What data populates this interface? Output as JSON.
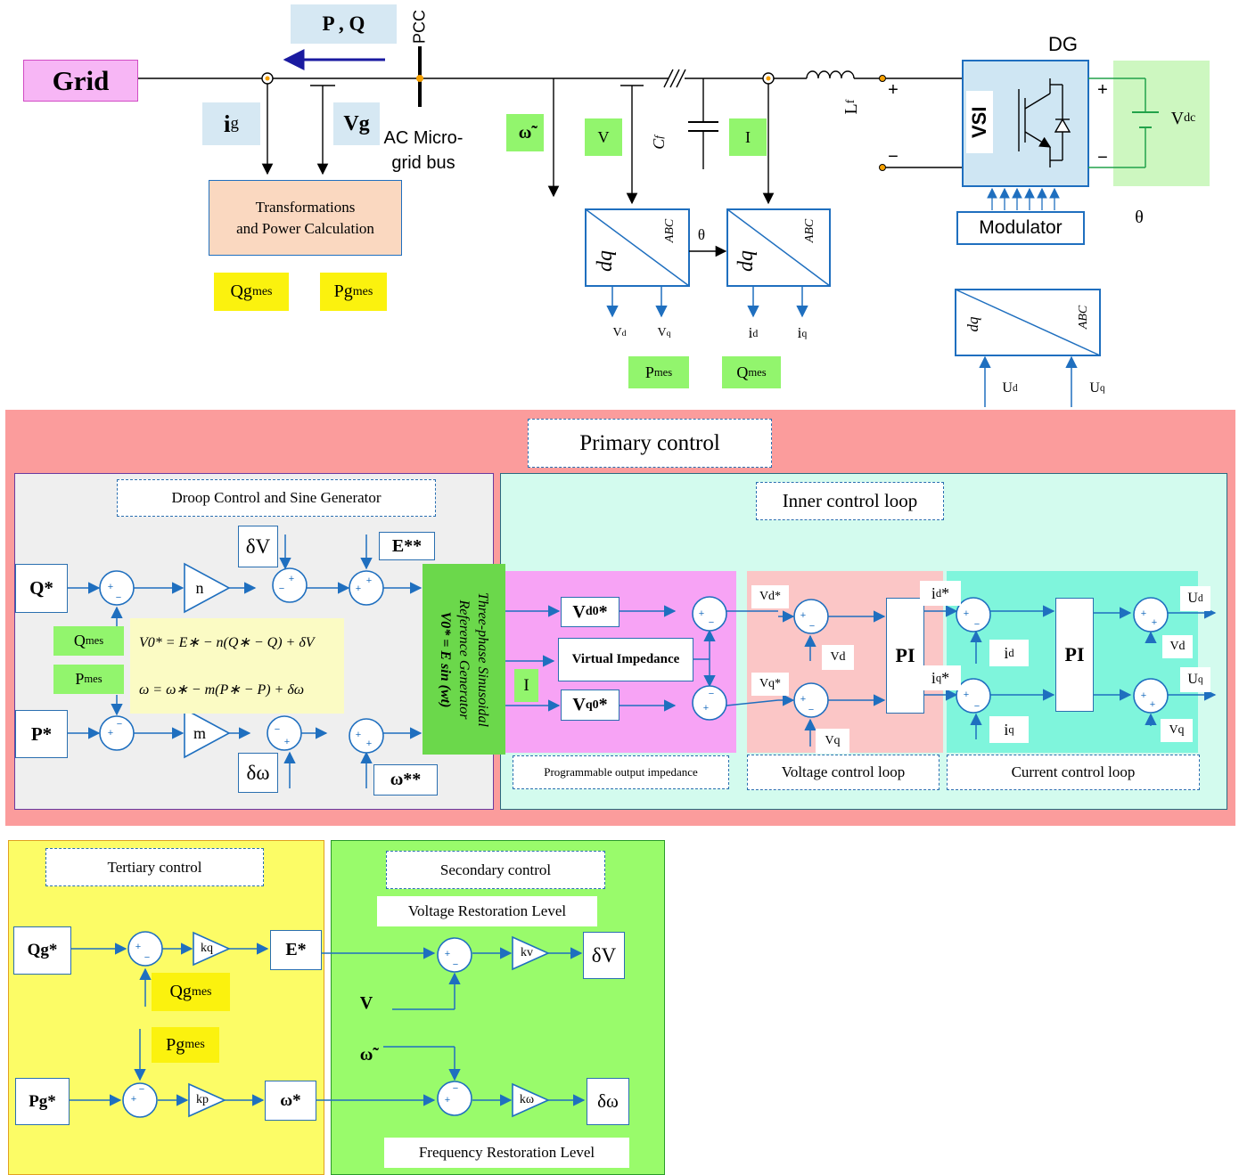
{
  "colors": {
    "primary_bg": "#fb9c9c",
    "droop_bg": "#efefef",
    "inner_bg": "#d3fbee",
    "pink_bg": "#f7a3f5",
    "voltage_bg": "#fbc6c6",
    "current_bg": "#7ff5dc",
    "tertiary_bg": "#fcfc66",
    "secondary_bg": "#99fb6b",
    "line_blue": "#1f6fbf",
    "label_blue": "#d6e8f3",
    "label_green": "#92f56d",
    "label_yellow": "#fbf20e",
    "grid_pink": "#f7b6f5",
    "arrow_navy": "#1a1aa0"
  },
  "icons": [
    "igbt-switch-icon",
    "inductor-icon",
    "capacitor-icon",
    "battery-icon",
    "summing-junction-icon",
    "gain-triangle-icon",
    "coordinate-transform-icon"
  ],
  "circuit": {
    "grid": "Grid",
    "pq": "P , Q",
    "pcc": "PCC",
    "ig_main": "i",
    "ig_sub": "g",
    "vg": "Vg",
    "bus_line1": "AC Micro-",
    "bus_line2": "grid bus",
    "omega_tilde": "ω̃",
    "v": "V",
    "cf_main": "C",
    "cf_sub": "f",
    "i": "I",
    "lf_main": "L",
    "lf_sub": "f",
    "plus": "+",
    "minus": "−",
    "dg": "DG",
    "vsi": "VSI",
    "vdc_main": "V",
    "vdc_sub": "dc",
    "modulator": "Modulator",
    "theta": "θ",
    "theta2": "θ",
    "transform_line1": "Transformations",
    "transform_line2": "and Power Calculation",
    "qgmes_main": "Qg",
    "qgmes_sub": "mes",
    "pgmes_main": "Pg",
    "pgmes_sub": "mes",
    "dq": "dq",
    "abc": "ABC",
    "vd_main": "V",
    "vd_sub": "d",
    "vq_main": "V",
    "vq_sub": "q",
    "id_main": "i",
    "id_sub": "d",
    "iq_main": "i",
    "iq_sub": "q",
    "pmes_main": "P",
    "pmes_sub": "mes",
    "qmes_main": "Q",
    "qmes_sub": "mes",
    "ud_main": "U",
    "ud_sub": "d",
    "uq_main": "U",
    "uq_sub": "q"
  },
  "primary": {
    "title": "Primary control",
    "droop": {
      "title": "Droop Control and Sine Generator",
      "q_star": "Q*",
      "p_star": "P*",
      "n": "n",
      "m": "m",
      "delta_v": "δV",
      "delta_w": "δω",
      "e_star2": "E**",
      "w_star2": "ω**",
      "qmes_main": "Q",
      "qmes_sub": "mes",
      "pmes_main": "P",
      "pmes_sub": "mes",
      "eq1": "V0* = E∗ − n(Q∗ − Q) + δV",
      "eq2": "ω = ω∗ − m(P∗ − P) + δω",
      "sine_line1": "Three-phase   Sinusoidal",
      "sine_line2": "Reference Generator",
      "sine_line3": "V0* = E sin (wt)"
    },
    "inner": {
      "title": "Inner control loop",
      "vd0_main": "V",
      "vd0_sub": "d0",
      "vd0_star": "*",
      "vq0_main": "V",
      "vq0_sub": "q0",
      "vq0_star": "*",
      "virtual_impedance": "Virtual Impedance",
      "i": "I",
      "programmable": "Programmable output impedance",
      "vd_star": "Vd*",
      "vq_star": "Vq*",
      "vd": "Vd",
      "vq": "Vq",
      "pi": "PI",
      "id_star_main": "i",
      "id_star_sub": "d",
      "id_star_end": "*",
      "iq_star_main": "i",
      "iq_star_sub": "q",
      "iq_star_end": "*",
      "id_main": "i",
      "id_sub": "d",
      "iq_main": "i",
      "iq_sub": "q",
      "ud_main": "U",
      "ud_sub": "d",
      "uq_main": "U",
      "uq_sub": "q",
      "vd_out": "Vd",
      "vq_out": "Vq",
      "voltage_loop": "Voltage control loop",
      "current_loop": "Current control loop"
    }
  },
  "tertiary": {
    "title": "Tertiary control",
    "qg_star": "Qg*",
    "pg_star": "Pg*",
    "kq": "kq",
    "kp": "kp",
    "e_star": "E*",
    "w_star": "ω*",
    "qgmes_main": "Qg",
    "qgmes_sub": "mes",
    "pgmes_main": "Pg",
    "pgmes_sub": "mes"
  },
  "secondary": {
    "title": "Secondary control",
    "voltage_level": "Voltage Restoration Level",
    "frequency_level": "Frequency Restoration Level",
    "v": "V",
    "omega_tilde": "ω̃",
    "kv": "kv",
    "kw": "kω",
    "delta_v": "δV",
    "delta_w": "δω"
  }
}
